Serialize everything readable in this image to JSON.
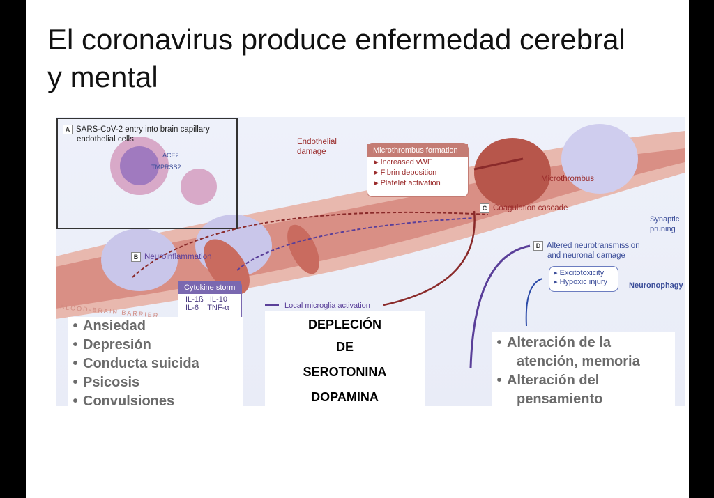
{
  "title": "El coronavirus produce enfermedad cerebral y mental",
  "figure": {
    "panel_a": {
      "tag": "A",
      "text1": "SARS-CoV-2 entry into brain capillary",
      "text2": "endothelial cells",
      "ace2": "ACE2",
      "tmprss2": "TMPRSS2"
    },
    "endothelial": {
      "l1": "Endothelial",
      "l2": "damage"
    },
    "microthrombus_box": {
      "header": "Microthrombus formation",
      "items": [
        "▸ Increased vWF",
        "▸ Fibrin deposition",
        "▸ Platelet activation"
      ]
    },
    "microthrombus": "Microthrombus",
    "panel_b": {
      "tag": "B",
      "text": "Neuroinflammation"
    },
    "panel_c": {
      "tag": "C",
      "text": "Coagulation cascade"
    },
    "panel_d": {
      "tag": "D",
      "l1": "Altered neurotransmission",
      "l2": "and neuronal damage"
    },
    "synaptic": {
      "l1": "Synaptic",
      "l2": "pruning"
    },
    "d_box": [
      "▸ Excitotoxicity",
      "▸ Hypoxic injury"
    ],
    "neuronophagy": "Neuronophagy",
    "cytokine": {
      "header": "Cytokine storm",
      "c1": "IL-1ß",
      "c2": "IL-10",
      "c3": "IL-6",
      "c4": "TNF-α"
    },
    "microglia": "Local microglia activation",
    "bbb": "BLOOD-BRAIN BARRIER"
  },
  "left_list": [
    "Ansiedad",
    "Depresión",
    "Conducta suicida",
    "Psicosis",
    "Convulsiones"
  ],
  "center": [
    "DEPLECIÓN",
    "DE",
    "SEROTONINA",
    "DOPAMINA"
  ],
  "right_list": [
    {
      "l1": "Alteración de la",
      "l2": "atención, memoria"
    },
    {
      "l1": "Alteración del",
      "l2": "pensamiento"
    }
  ]
}
